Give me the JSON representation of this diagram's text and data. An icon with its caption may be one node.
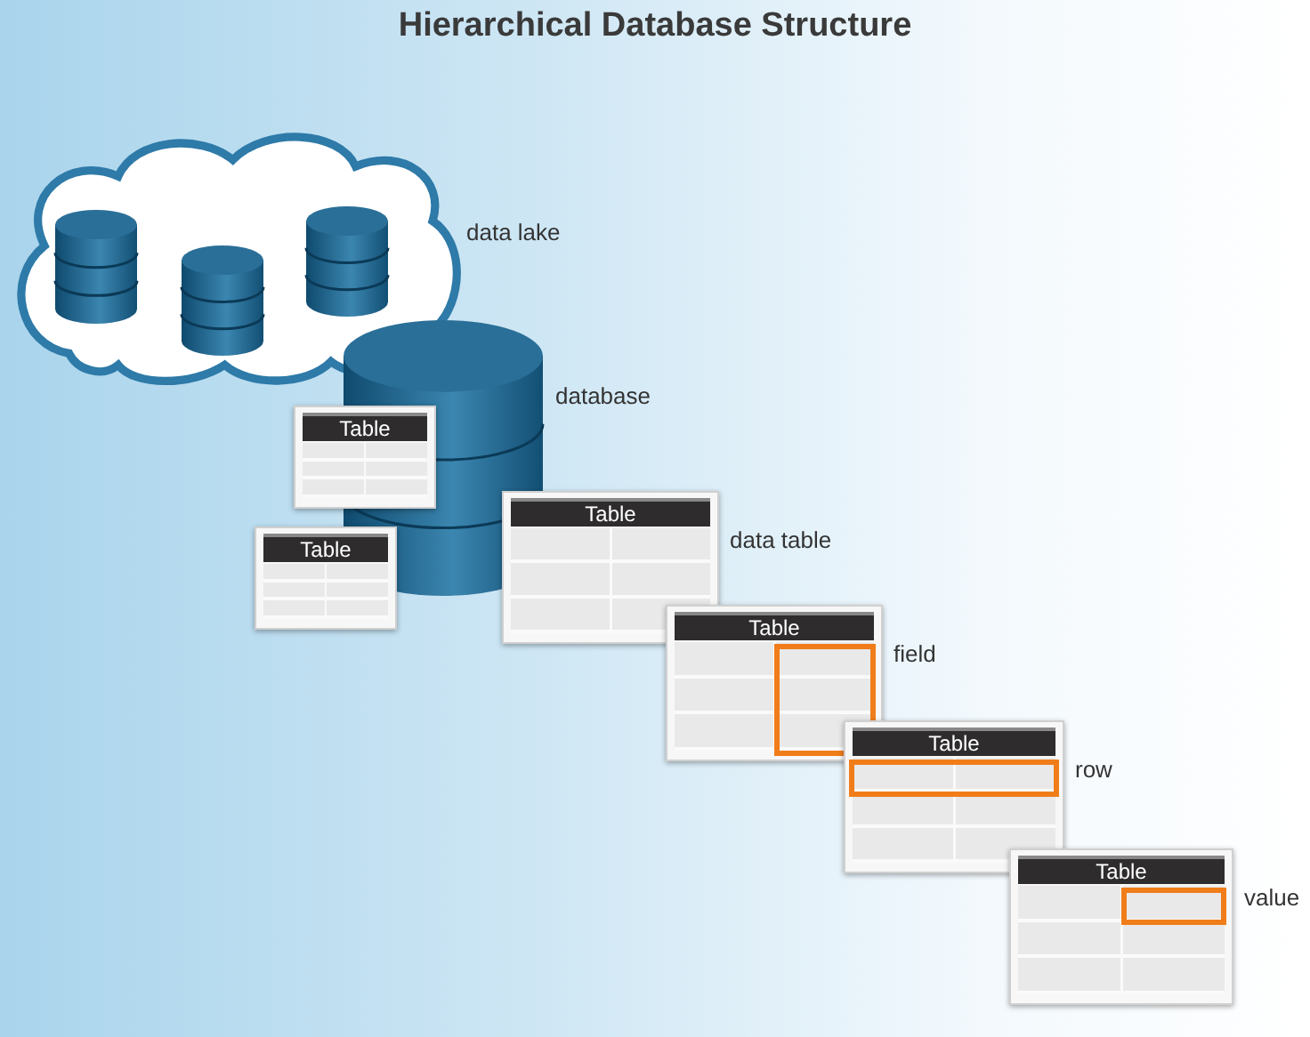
{
  "diagram": {
    "title": "Hierarchical Database Structure",
    "nodes": [
      {
        "text": [
          "Table"
        ]
      },
      {
        "text": [
          "Table"
        ]
      },
      {
        "text": [
          "Table"
        ],
        "beside": [
          "data table"
        ]
      },
      {
        "text": [
          "Table"
        ],
        "beside": [
          "field"
        ]
      },
      {
        "text": [
          "Table"
        ],
        "beside": [
          "row"
        ]
      },
      {
        "text": [
          "Table"
        ],
        "beside": [
          "value"
        ]
      }
    ],
    "labels": [
      "data lake",
      "database"
    ]
  }
}
